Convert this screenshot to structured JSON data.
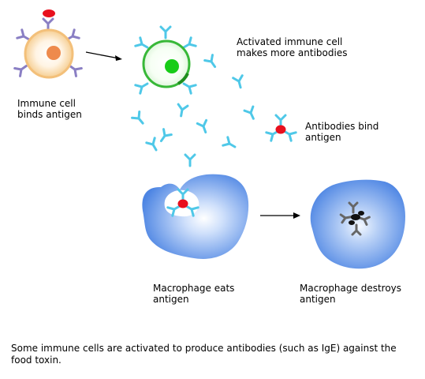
{
  "labels": {
    "immune_cell": "Immune cell\nbinds antigen",
    "activated_cell": "Activated immune cell\nmakes more antibodies",
    "antibodies_bind": "Antibodies bind\nantigen",
    "macrophage_eats": "Macrophage eats\nantigen",
    "macrophage_destroys": "Macrophage destroys\nantigen"
  },
  "caption": "Some immune cells are activated to produce antibodies (such as IgE) against the food toxin.",
  "colors": {
    "antibody_free": "#4fc8e8",
    "antibody_bound": "#8a7fc4",
    "antigen": "#e8101e",
    "immune_cell_outer": "#f6d6a6",
    "immune_cell_nucleus": "#ee8a4c",
    "activated_cell_ring": "#38b838",
    "activated_nucleus": "#18cc18",
    "macrophage": "#5b8fe6",
    "macrophage_center": "#ffffff",
    "destroyed_debris": "#555555"
  }
}
